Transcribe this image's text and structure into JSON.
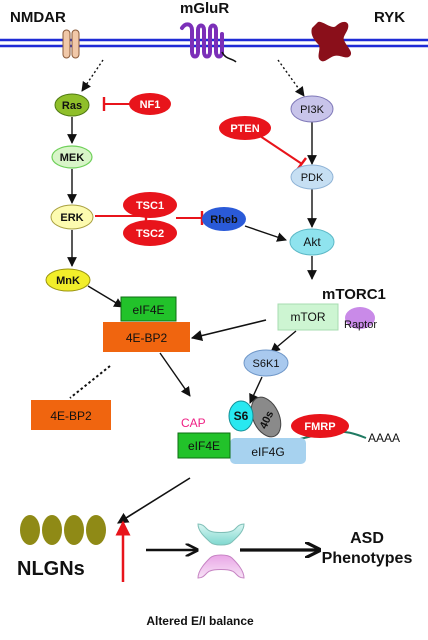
{
  "receptors": {
    "nmdar": "NMDAR",
    "mglur": "mGluR",
    "ryk": "RYK"
  },
  "nodes": {
    "ras": "Ras",
    "nf1": "NF1",
    "mek": "MEK",
    "erk": "ERK",
    "mnk": "MnK",
    "pi3k": "PI3K",
    "pten": "PTEN",
    "pdk": "PDK",
    "tsc1": "TSC1",
    "tsc2": "TSC2",
    "rheb": "Rheb",
    "akt": "Akt",
    "mtorc1": "mTORC1",
    "mtor": "mTOR",
    "raptor": "Raptor",
    "eif4e_top": "eIF4E",
    "fourebp2_top": "4E-BP2",
    "fourebp2_free": "4E-BP2",
    "s6k1": "S6K1",
    "cap": "CAP",
    "s6": "S6",
    "ribo40s": "40s",
    "fmrp": "FMRP",
    "polya": "AAAA",
    "eif4e_bottom": "eIF4E",
    "eif4g": "eIF4G",
    "nlgns": "NLGNs",
    "synapse_label": "Altered E/I balance",
    "asd_line1": "ASD",
    "asd_line2": "Phenotypes"
  },
  "colors": {
    "membrane": "#1f2bd6",
    "inhibitor_red": "#e8141b",
    "arrow": "#111111",
    "ras_green": "#8fbf2a",
    "mek_green": "#d8f5c8",
    "erk_yellow": "#fdfbb0",
    "mnk_yellow": "#f2ee2a",
    "pi3k_lilac": "#c8c4ea",
    "pdk_blue": "#c6dff3",
    "akt_cyan": "#8fe3ee",
    "rheb_blue": "#2a5ad8",
    "mtor_green": "#cdf5d2",
    "raptor_purple": "#c98ae8",
    "s6k1_blue": "#a9c9ee",
    "eif4e_green": "#22c22a",
    "bp2_orange": "#f0650f",
    "s6_cyan": "#28e8f0",
    "ribo_gray": "#8a8a8a",
    "eif4g_blue": "#a7d2ef",
    "cap_pink": "#ef1f84",
    "nlgn_olive": "#8f8a16",
    "mrna_teal": "#1f7a62"
  }
}
